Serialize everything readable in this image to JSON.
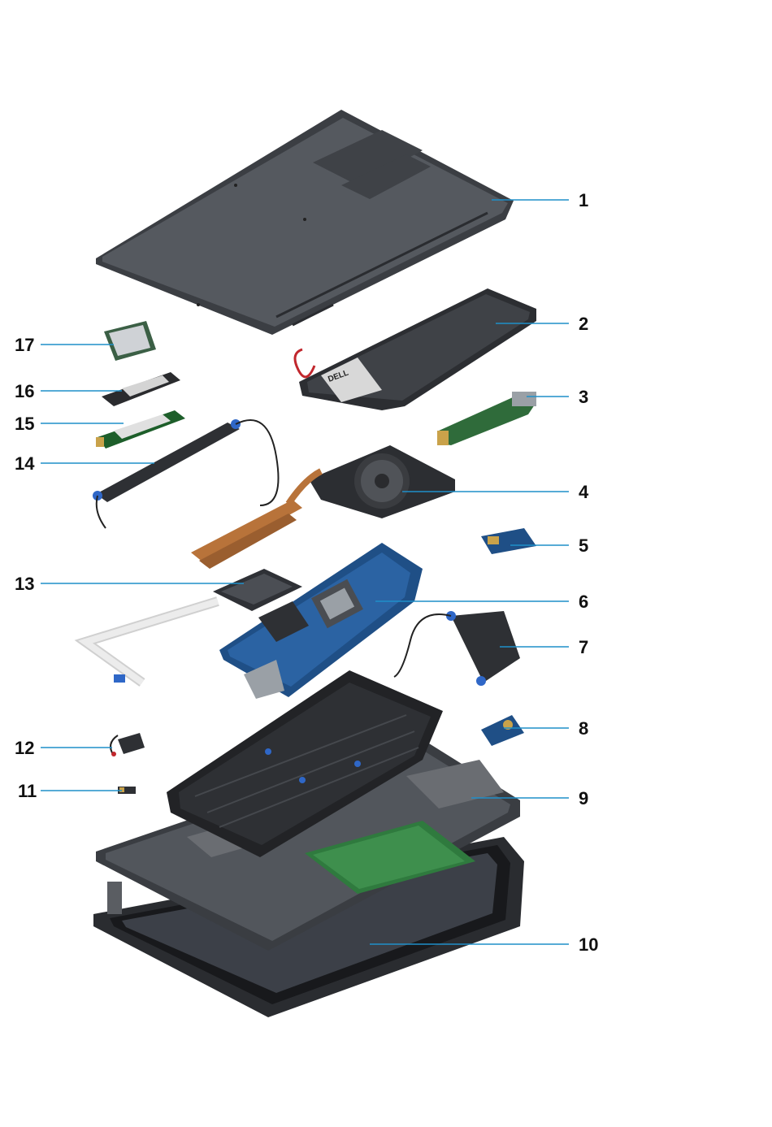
{
  "callouts": [
    "1",
    "2",
    "3",
    "4",
    "5",
    "6",
    "7",
    "8",
    "9",
    "10",
    "11",
    "12",
    "13",
    "14",
    "15",
    "16",
    "17"
  ],
  "colors": {
    "leader": "#1f8fc9",
    "chassis": "#4a4d52",
    "chassis_dark": "#2d2f33",
    "pcb_green": "#2f6b3a",
    "pcb_blue": "#1f4f86",
    "copper": "#b8733a",
    "battery": "#3a3c40",
    "label_white": "#e8e8e8"
  },
  "parts": {
    "battery_label": "DELL"
  }
}
